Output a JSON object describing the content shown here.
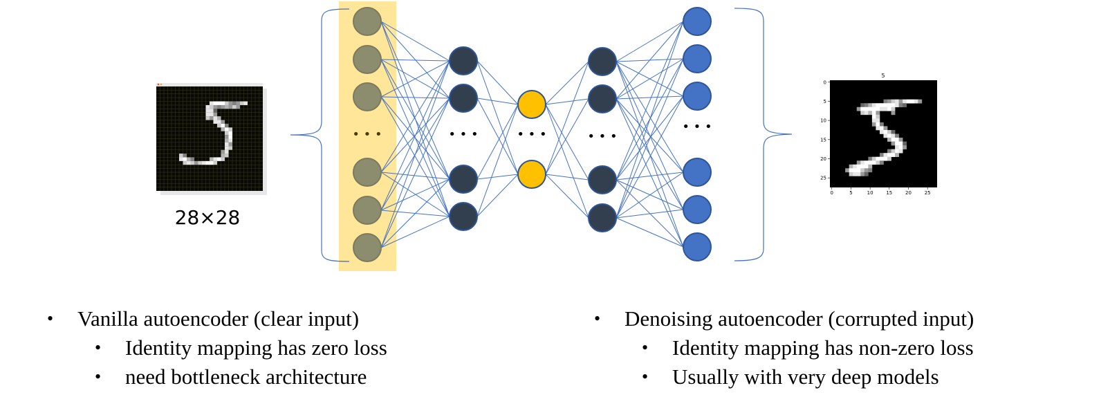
{
  "diagram": {
    "title": "Autoencoder architecture",
    "input_image": {
      "label": "28×28",
      "depicts": "handwritten digit 5 (pixel grid)"
    },
    "output_image": {
      "plot_title": "5",
      "x_ticks": [
        "0",
        "5",
        "10",
        "15",
        "20",
        "25"
      ],
      "y_ticks": [
        "0",
        "5",
        "10",
        "15",
        "20",
        "25"
      ]
    },
    "ellipsis": "• • •",
    "layers": [
      {
        "name": "input",
        "visible_nodes": 6,
        "color": "#8c8c6f",
        "highlight": "#ffe699"
      },
      {
        "name": "encoder-hidden",
        "visible_nodes": 4,
        "color": "#323f4f"
      },
      {
        "name": "bottleneck",
        "visible_nodes": 2,
        "color": "#ffc000"
      },
      {
        "name": "decoder-hidden",
        "visible_nodes": 4,
        "color": "#323f4f"
      },
      {
        "name": "output",
        "visible_nodes": 6,
        "color": "#4472c4"
      }
    ],
    "edge_color": "#4472c4"
  },
  "bullets": {
    "left": {
      "main": "Vanilla autoencoder (clear input)",
      "subs": [
        "Identity mapping has zero loss",
        "need bottleneck architecture"
      ]
    },
    "right": {
      "main": "Denoising autoencoder (corrupted input)",
      "subs": [
        "Identity mapping has non-zero loss",
        "Usually with very deep models"
      ]
    },
    "bullet_char": "•"
  }
}
